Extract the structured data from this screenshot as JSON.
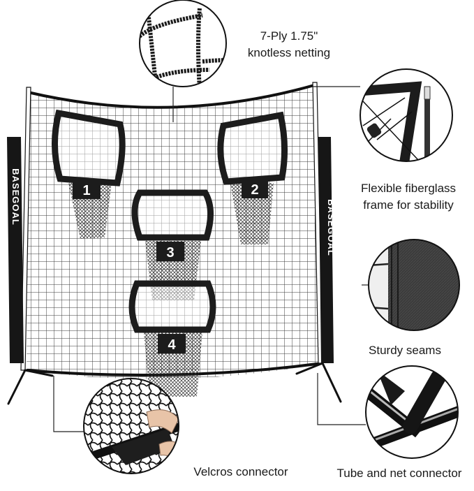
{
  "product": {
    "type": "football-target-net",
    "brand": "BASEGOAL",
    "colors": {
      "frame": "#1c1c1c",
      "net": "#2a2a2a",
      "background": "#ffffff",
      "sleeve": "#161616"
    }
  },
  "pockets": [
    {
      "number": "1",
      "position": "upper-left"
    },
    {
      "number": "2",
      "position": "upper-right"
    },
    {
      "number": "3",
      "position": "center"
    },
    {
      "number": "4",
      "position": "lower-center"
    }
  ],
  "callouts": [
    {
      "id": "netting",
      "label_line1": "7-Ply 1.75\"",
      "label_line2": "knotless netting",
      "icon": "net-closeup"
    },
    {
      "id": "frame",
      "label_line1": "Flexible fiberglass",
      "label_line2": "frame for stability",
      "icon": "fiberglass-pole-closeup"
    },
    {
      "id": "seams",
      "label_line1": "Sturdy seams",
      "label_line2": "",
      "icon": "fabric-seam-closeup"
    },
    {
      "id": "velcro",
      "label_line1": "Velcros connector",
      "label_line2": "",
      "icon": "velcro-strap-closeup"
    },
    {
      "id": "tube",
      "label_line1": "Tube and net connector",
      "label_line2": "",
      "icon": "tube-joint-closeup"
    }
  ]
}
